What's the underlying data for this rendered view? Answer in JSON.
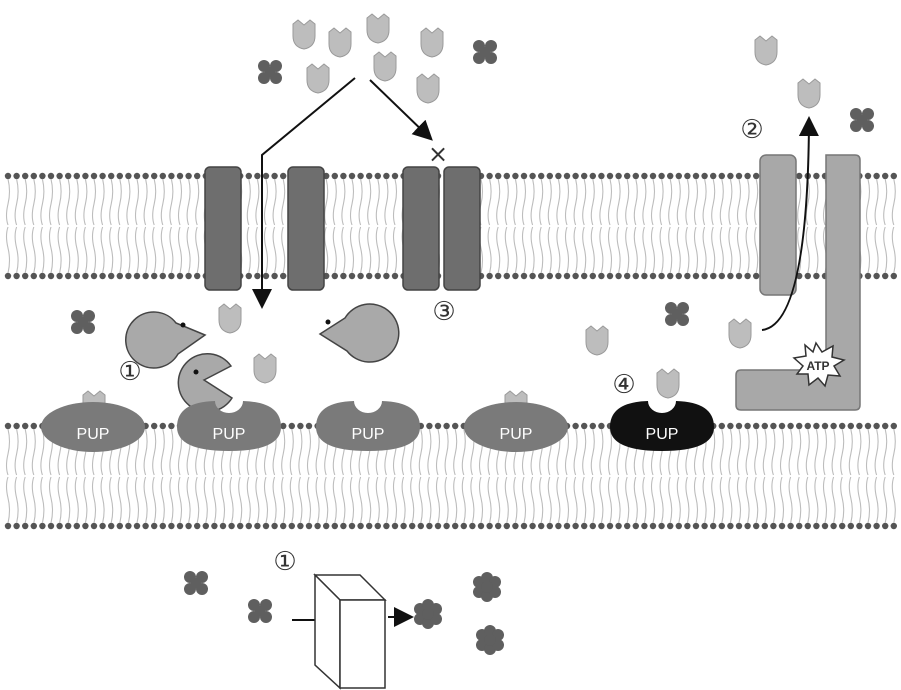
{
  "labels": {
    "pup": "PUP",
    "atp": "ATP",
    "marker_1": "①",
    "marker_2": "②",
    "marker_3": "③",
    "marker_4": "④",
    "blocked": "×"
  },
  "colors": {
    "membrane_head": "#555555",
    "membrane_tail": "#bdbdbd",
    "channel": "#6e6e6e",
    "transporter": "#a8a8a8",
    "pup_gray": "#7a7a7a",
    "pup_black": "#111111",
    "shield": "#bdbdbd",
    "clover": "#5f5f5f",
    "pacman": "#a9a9a9"
  }
}
